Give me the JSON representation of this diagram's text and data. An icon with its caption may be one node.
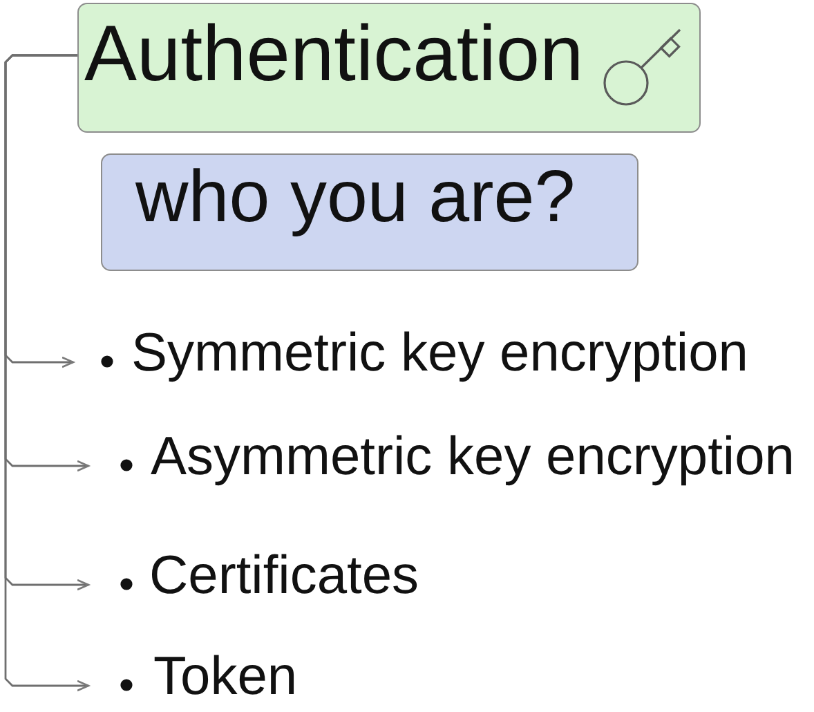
{
  "diagram": {
    "nodes": [
      {
        "text": [
          "Authentication"
        ]
      },
      {
        "text": [
          "who you are?"
        ]
      },
      {
        "text": [
          "Symmetric key encryption"
        ]
      },
      {
        "text": [
          "Asymmetric key encryption"
        ]
      },
      {
        "text": [
          "Certificates"
        ]
      },
      {
        "text": [
          "Token"
        ]
      }
    ],
    "edges": [
      {
        "from": 0,
        "to": 2,
        "arrow": "to"
      },
      {
        "from": 0,
        "to": 3,
        "arrow": "to"
      },
      {
        "from": 0,
        "to": 4,
        "arrow": "to"
      },
      {
        "from": 0,
        "to": 5,
        "arrow": "to"
      }
    ]
  }
}
